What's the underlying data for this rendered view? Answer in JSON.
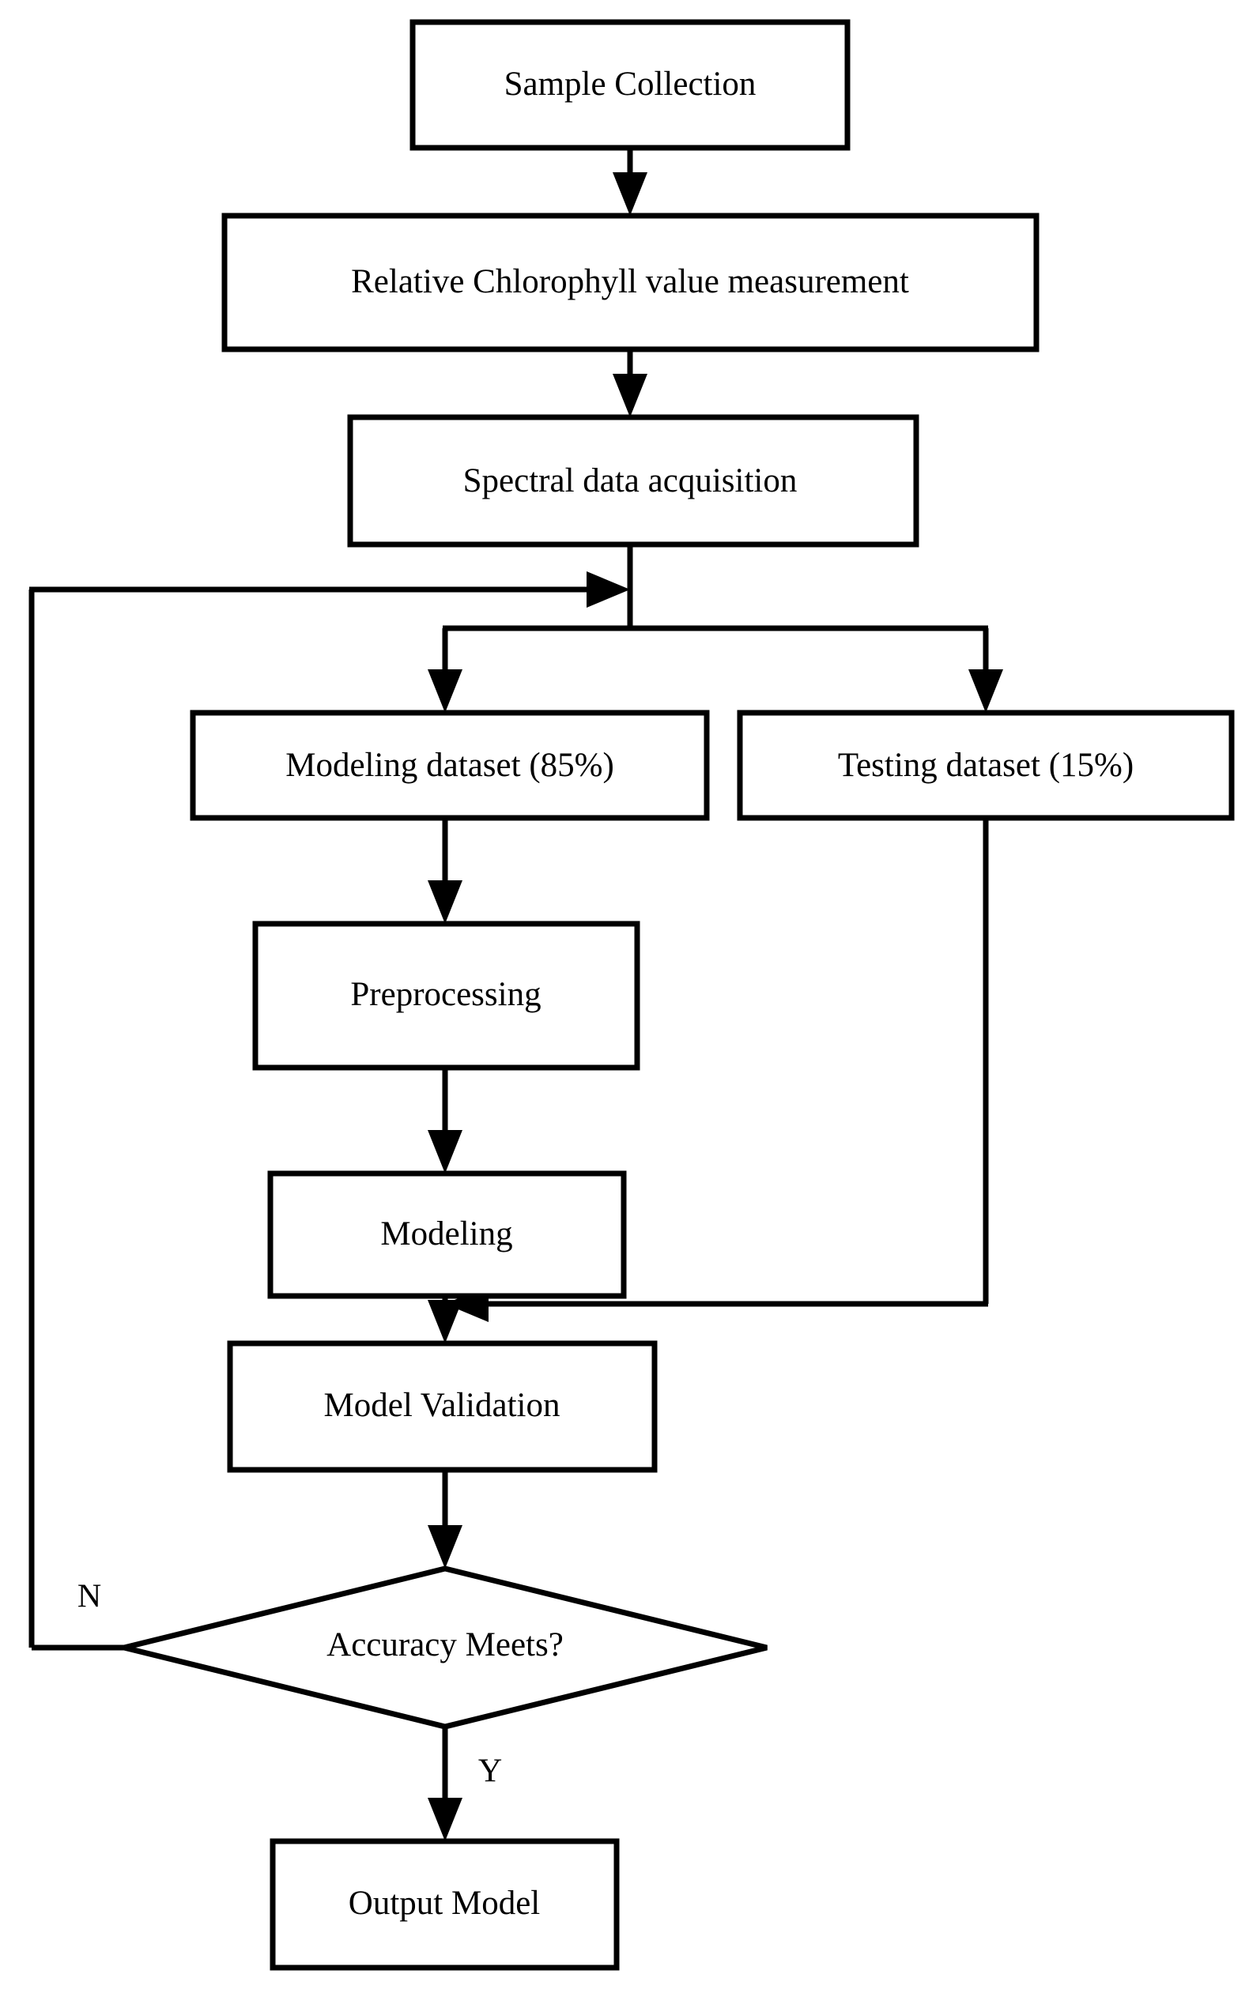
{
  "diagram": {
    "type": "flowchart",
    "title": "Modeling workflow flowchart",
    "colors": {
      "stroke": "#000000",
      "fill": "#ffffff",
      "text": "#000000"
    },
    "nodes": [
      {
        "id": "sample-collection",
        "shape": "rect",
        "label": "Sample Collection"
      },
      {
        "id": "chlorophyll-measure",
        "shape": "rect",
        "label": "Relative Chlorophyll value measurement"
      },
      {
        "id": "spectral-acquisition",
        "shape": "rect",
        "label": "Spectral data acquisition"
      },
      {
        "id": "modeling-dataset",
        "shape": "rect",
        "label": "Modeling dataset (85%)"
      },
      {
        "id": "testing-dataset",
        "shape": "rect",
        "label": "Testing dataset (15%)"
      },
      {
        "id": "preprocessing",
        "shape": "rect",
        "label": "Preprocessing"
      },
      {
        "id": "modeling",
        "shape": "rect",
        "label": "Modeling"
      },
      {
        "id": "model-validation",
        "shape": "rect",
        "label": "Model Validation"
      },
      {
        "id": "accuracy-decision",
        "shape": "diamond",
        "label": "Accuracy Meets?"
      },
      {
        "id": "output-model",
        "shape": "rect",
        "label": "Output Model"
      }
    ],
    "edge_labels": {
      "no": "N",
      "yes": "Y"
    },
    "edges": [
      {
        "from": "sample-collection",
        "to": "chlorophyll-measure",
        "label": ""
      },
      {
        "from": "chlorophyll-measure",
        "to": "spectral-acquisition",
        "label": ""
      },
      {
        "from": "spectral-acquisition",
        "to": "modeling-dataset",
        "label": ""
      },
      {
        "from": "spectral-acquisition",
        "to": "testing-dataset",
        "label": ""
      },
      {
        "from": "modeling-dataset",
        "to": "preprocessing",
        "label": ""
      },
      {
        "from": "preprocessing",
        "to": "modeling",
        "label": ""
      },
      {
        "from": "modeling",
        "to": "model-validation",
        "label": ""
      },
      {
        "from": "testing-dataset",
        "to": "model-validation",
        "label": ""
      },
      {
        "from": "model-validation",
        "to": "accuracy-decision",
        "label": ""
      },
      {
        "from": "accuracy-decision",
        "to": "output-model",
        "label": "Y"
      },
      {
        "from": "accuracy-decision",
        "to": "spectral-acquisition",
        "label": "N"
      }
    ]
  }
}
